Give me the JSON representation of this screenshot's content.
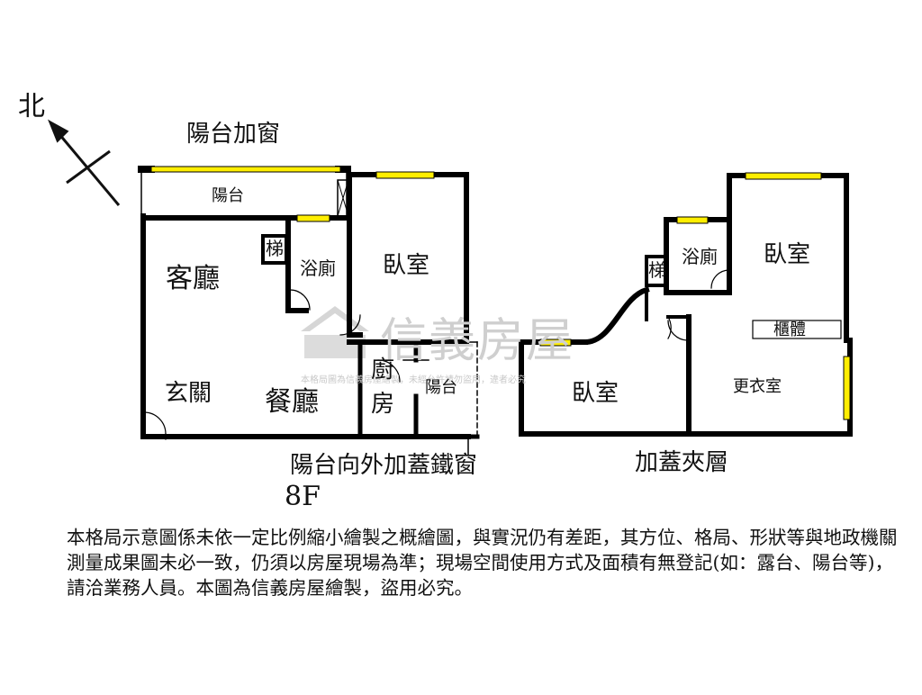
{
  "compass": {
    "north_label": "北"
  },
  "floor_label": "8F",
  "main_floor": {
    "balcony_window_label": "陽台加窗",
    "balcony_top": "陽台",
    "living_room": "客廳",
    "stair_label": "梯",
    "bathroom": "浴廁",
    "bedroom": "臥室",
    "entrance": "玄關",
    "dining_room": "餐廳",
    "kitchen_line1": "廚",
    "kitchen_line2": "房",
    "balcony_side": "陽台",
    "iron_window_label": "陽台向外加蓋鐵窗"
  },
  "mezzanine": {
    "title": "加蓋夾層",
    "stair_label": "梯",
    "bathroom": "浴廁",
    "bedroom_right": "臥室",
    "cabinet": "櫃體",
    "walk_in_closet": "更衣室",
    "bedroom_left": "臥室"
  },
  "watermark": {
    "brand": "信義房屋",
    "notice": "本格局圖為信義房屋繪製，未經允許請勿盜用，違者必究"
  },
  "disclaimer": "本格局示意圖係未依一定比例縮小繪製之概繪圖，與實況仍有差距，其方位、格局、形狀等與地政機關測量成果圖未必一致，仍須以房屋現場為準；現場空間使用方式及面積有無登記(如：露台、陽台等)，請洽業務人員。本圖為信義房屋繪製，盜用必究。",
  "colors": {
    "wall": "#000000",
    "window": "#ffee00",
    "watermark": "#cfcfcf"
  }
}
